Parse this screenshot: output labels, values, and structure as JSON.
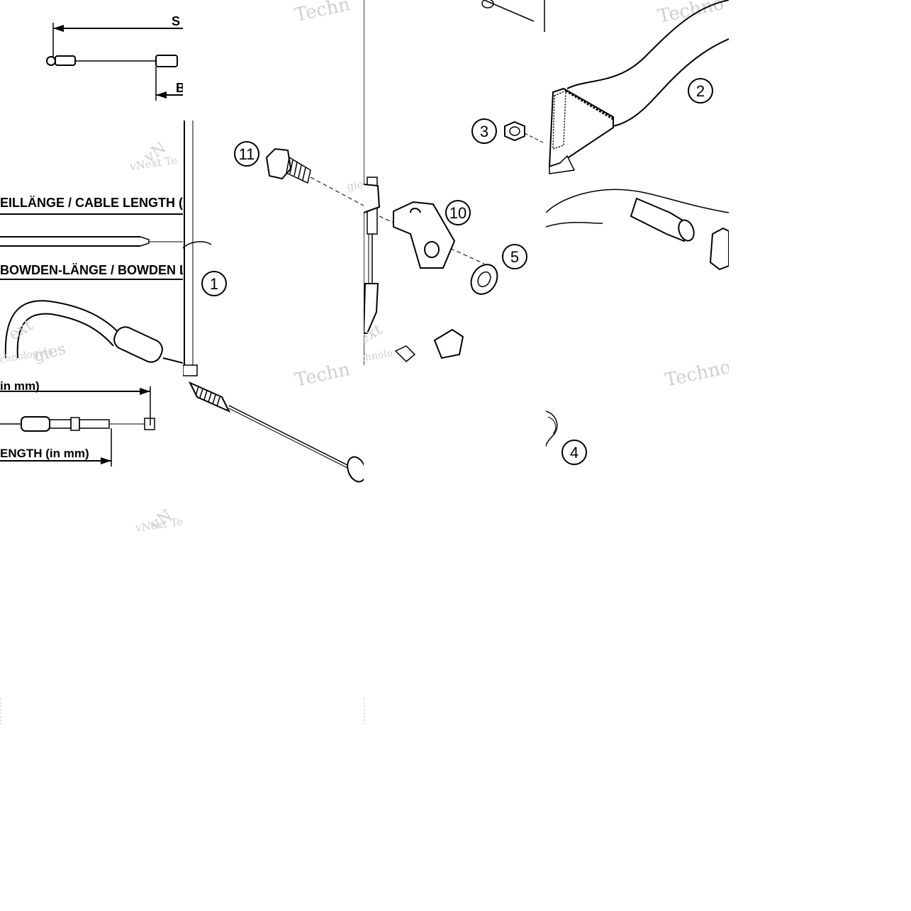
{
  "labels": {
    "cable_length": "EILLÄNGE / CABLE LENGTH (",
    "bowden_length": "BOWDEN-LÄNGE / BOWDEN LI",
    "in_mm": "in mm)",
    "length_in_mm": "ENGTH (in mm)",
    "top_dim_s": "S",
    "top_dim_b": "B"
  },
  "callouts": {
    "c1": "1",
    "c2": "2",
    "c3": "3",
    "c4": "4",
    "c5": "5",
    "c10": "10",
    "c11": "11"
  },
  "watermarks": {
    "brand": "vNext Te",
    "brand2": "vNext Tec",
    "tech": "Techn",
    "tech2": "Techno",
    "technologies": "chnologies",
    "nologies": "nologies",
    "gies": "gies",
    "ext": "ext"
  }
}
